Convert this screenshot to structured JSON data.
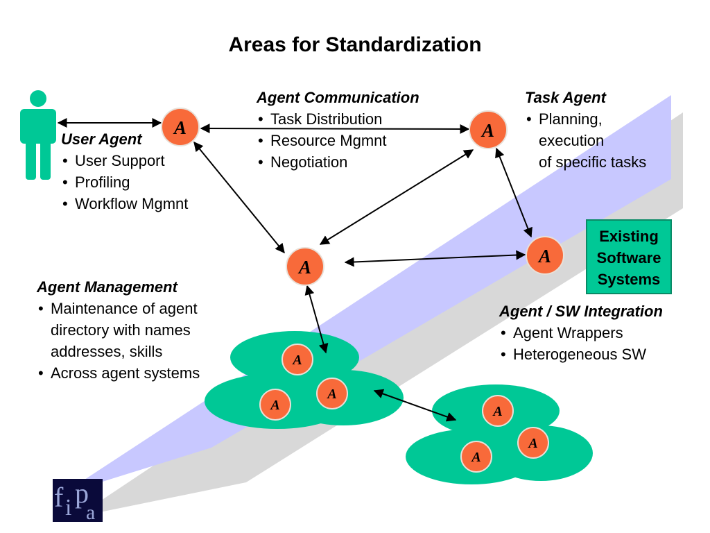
{
  "title": "Areas for Standardization",
  "agent_label": "A",
  "user_agent": {
    "heading": "User Agent",
    "items": [
      "User Support",
      "Profiling",
      "Workflow Mgmnt"
    ]
  },
  "agent_communication": {
    "heading": "Agent Communication",
    "items": [
      "Task Distribution",
      "Resource Mgmnt",
      "Negotiation"
    ]
  },
  "task_agent": {
    "heading": "Task Agent",
    "items": [
      "Planning,",
      "execution",
      "of specific tasks"
    ]
  },
  "existing_systems": {
    "lines": [
      "Existing",
      "Software",
      "Systems"
    ]
  },
  "agent_management": {
    "heading": "Agent Management",
    "items": [
      "Maintenance of agent",
      "directory with names",
      "addresses, skills",
      "Across agent systems"
    ]
  },
  "agent_sw_integration": {
    "heading": "Agent / SW Integration",
    "items": [
      "Agent Wrappers",
      "Heterogeneous SW"
    ]
  },
  "logo": {
    "text": "fipa"
  },
  "colors": {
    "agent_fill": "#f86a3a",
    "agent_border": "#e8e0d8",
    "cluster_fill": "#00c896",
    "plane_fill": "#c8c8ff",
    "shadow_fill": "#d8d8d8",
    "person_fill": "#00c896",
    "logo_bg": "#0a0a3a",
    "logo_fg": "#9aa6d8"
  }
}
